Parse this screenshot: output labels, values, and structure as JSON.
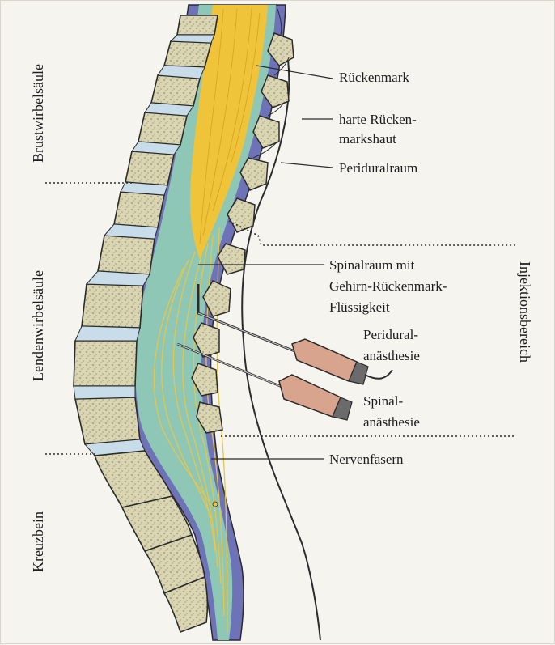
{
  "labels": {
    "rueckenmark": "Rückenmark",
    "harte_line1": "harte Rücken-",
    "harte_line2": "markshaut",
    "periduralraum": "Periduralraum",
    "spinalraum_line1": "Spinalraum mit",
    "spinalraum_line2": "Gehirn-Rückenmark-",
    "spinalraum_line3": "Flüssigkeit",
    "peridural_line1": "Peridural-",
    "peridural_line2": "anästhesie",
    "spinal_line1": "Spinal-",
    "spinal_line2": "anästhesie",
    "nervenfasern": "Nervenfasern"
  },
  "regions": {
    "brustwirbelsaeule": "Brustwirbelsäule",
    "lendenwirbelsaeule": "Lendenwirbelsäule",
    "kreuzbein": "Kreuzbein",
    "injektionsbereich": "Injektionsbereich"
  },
  "colors": {
    "background": "#f5f4ef",
    "bone": "#d8d4b0",
    "bone_outline": "#2b2b2b",
    "disc": "#c8dcea",
    "dura": "#6e72b6",
    "csf": "#8fc7b7",
    "cord": "#f0c63a",
    "syringe": "#d9a48e",
    "fibers": "#e6c64a"
  }
}
